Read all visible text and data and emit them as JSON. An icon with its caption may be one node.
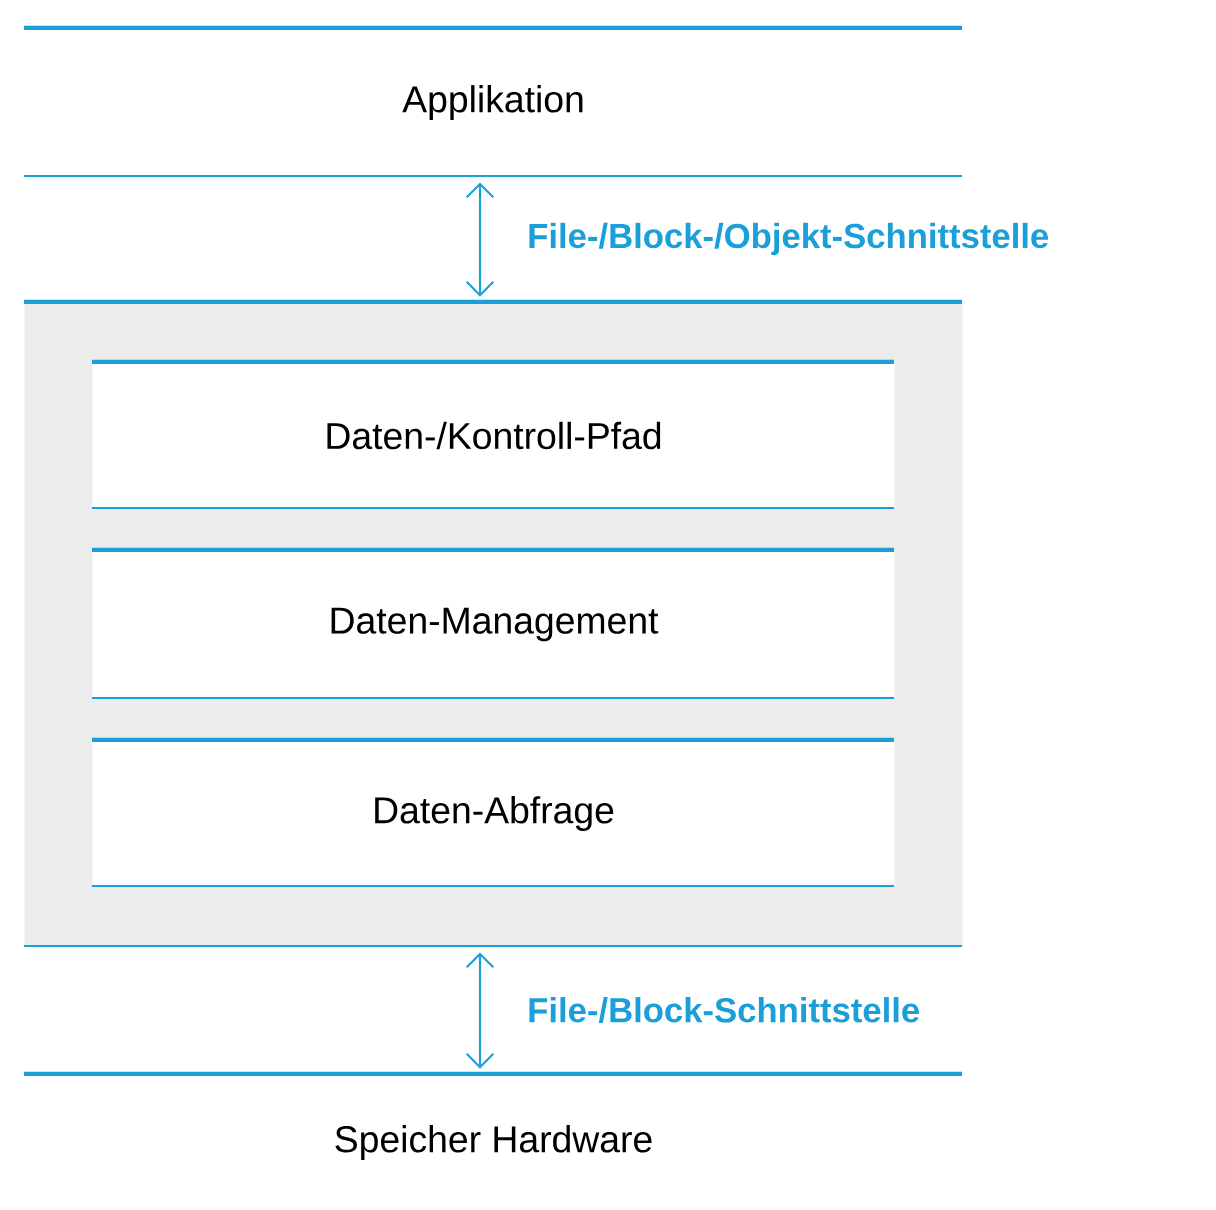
{
  "diagram": {
    "nodes": [
      {
        "text": [
          "Applikation"
        ]
      },
      {
        "text": [],
        "shape": "box"
      },
      {
        "text": [
          "Daten-/Kontroll-Pfad"
        ],
        "in": 1
      },
      {
        "text": [
          "Daten-Management"
        ],
        "in": 1
      },
      {
        "text": [
          "Daten-Abfrage"
        ],
        "in": 1
      },
      {
        "text": [
          "Speicher Hardware"
        ]
      }
    ],
    "edges": [
      {
        "from": 0,
        "to": 1,
        "arrow": "both",
        "label": "File-/Block-/Objekt-Schnittstelle"
      },
      {
        "from": 1,
        "to": 5,
        "arrow": "both",
        "label": "File-/Block-Schnittstelle"
      }
    ]
  }
}
